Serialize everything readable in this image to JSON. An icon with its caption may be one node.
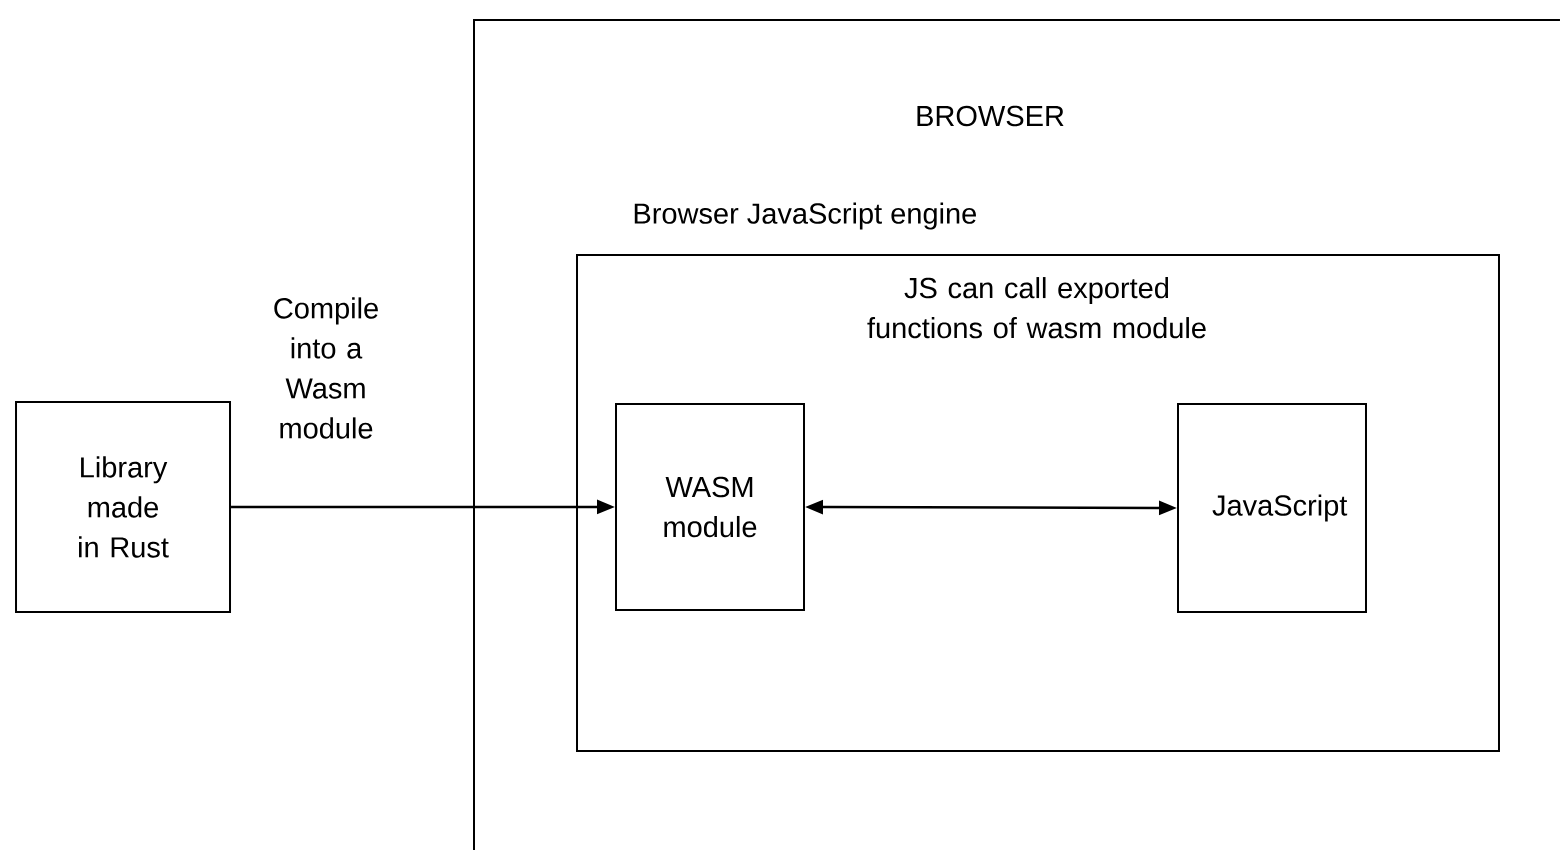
{
  "diagram": {
    "nodes": [
      {
        "text": [
          "BROWSER"
        ]
      },
      {
        "text": [
          "Browser JavaScript engine",
          "JS can call exported functions of wasm module"
        ],
        "in": 0
      },
      {
        "text": [
          "WASM module"
        ],
        "in": 1
      },
      {
        "text": [
          "JavaScript"
        ],
        "in": 1
      },
      {
        "text": [
          "Library made in Rust"
        ]
      }
    ],
    "edges": [
      {
        "from": 4,
        "to": 2,
        "arrow": "to",
        "label": "Compile into a Wasm module"
      },
      {
        "from": 2,
        "to": 3,
        "arrow": "both"
      }
    ]
  }
}
